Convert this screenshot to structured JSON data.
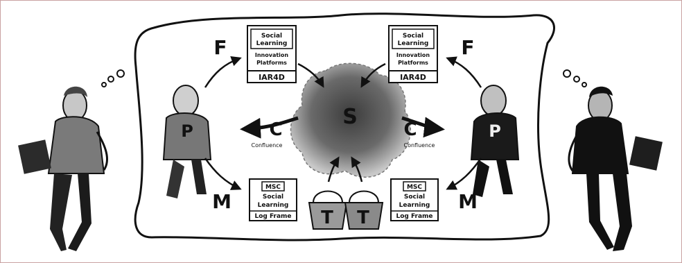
{
  "diagram": {
    "nodes": {
      "F_left": "F",
      "F_right": "F",
      "M_left": "M",
      "M_right": "M",
      "P_left": "P",
      "P_right": "P",
      "C_left": "C",
      "C_right": "C",
      "S": "S",
      "T_left": "T",
      "T_right": "T"
    },
    "boxes": {
      "top_left": {
        "line1": "Social",
        "line2": "Learning",
        "line3": "Innovation",
        "line4": "Platforms",
        "footer": "IAR4D"
      },
      "top_right": {
        "line1": "Social",
        "line2": "Learning",
        "line3": "Innovation",
        "line4": "Platforms",
        "footer": "IAR4D"
      },
      "bottom_left": {
        "tag": "MSC",
        "line1": "Social",
        "line2": "Learning",
        "line3": "Log Frame"
      },
      "bottom_right": {
        "tag": "MSC",
        "line1": "Social",
        "line2": "Learning",
        "line3": "Log Frame"
      }
    },
    "confluence_left": "Confluence",
    "confluence_right": "Confluence"
  },
  "colors": {
    "frame_border": "#c9a2a2",
    "ink": "#111111",
    "cloud_dark": "#5a5a5a",
    "cloud_light": "#bdbdbd"
  }
}
